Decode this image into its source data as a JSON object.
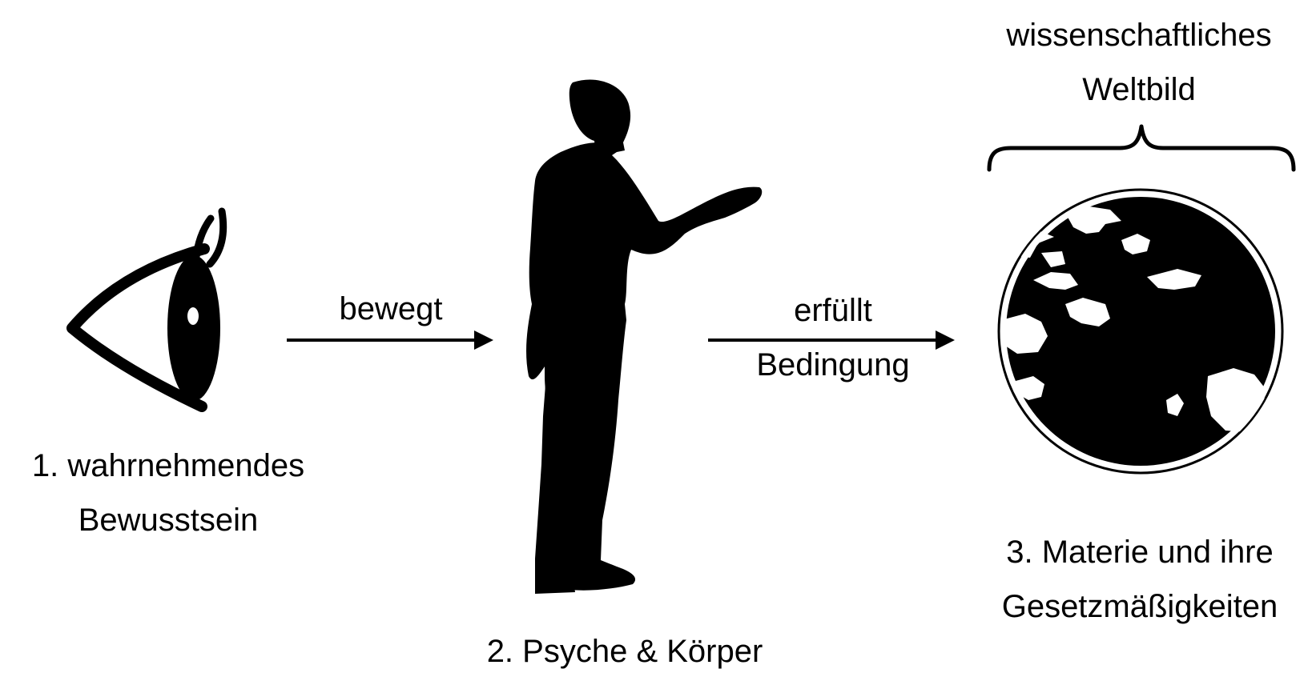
{
  "nodes": {
    "eye": {
      "icon": "eye-icon",
      "line1": "1. wahrnehmendes",
      "line2": "Bewusstsein"
    },
    "person": {
      "icon": "person-silhouette-icon",
      "line1": "2. Psyche & Körper"
    },
    "globe": {
      "icon": "globe-icon",
      "line1": "3. Materie und ihre",
      "line2": "Gesetzmäßigkeiten"
    }
  },
  "edges": {
    "eye_to_person": {
      "label": "bewegt"
    },
    "person_to_globe": {
      "line1": "erfüllt",
      "line2": "Bedingung"
    }
  },
  "worldview": {
    "line1": "wissenschaftliches",
    "line2": "Weltbild"
  },
  "colors": {
    "ink": "#000000",
    "background": "#ffffff"
  }
}
